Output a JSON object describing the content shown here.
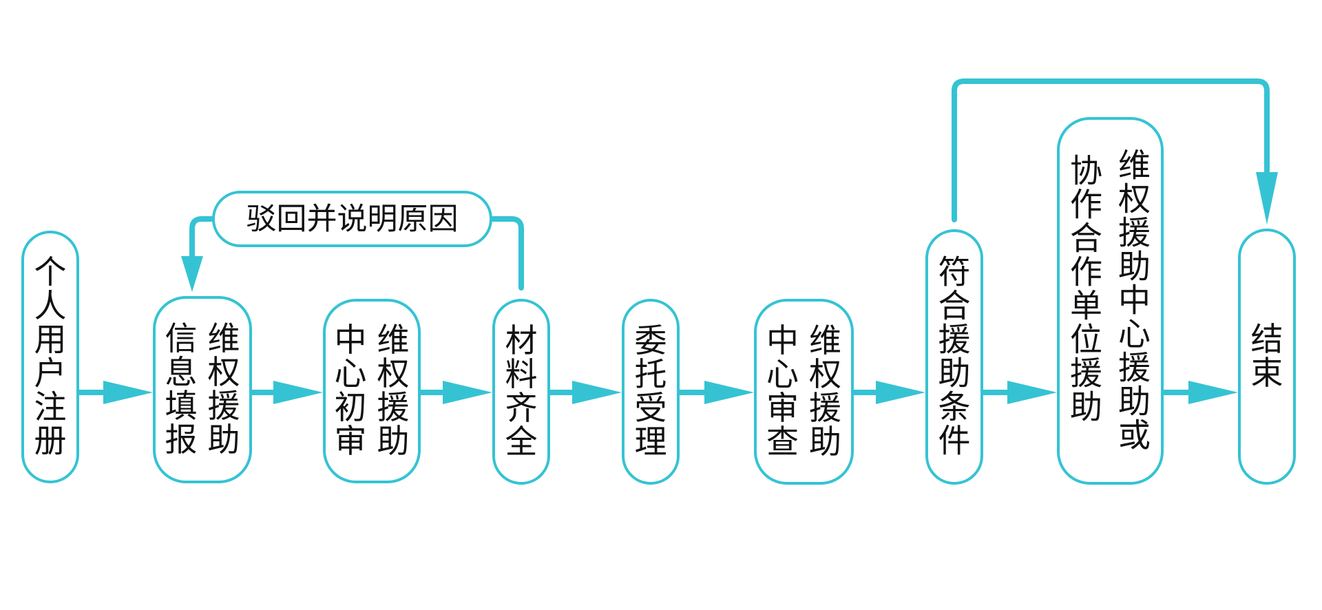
{
  "diagram": {
    "line_color": "#35c3d3",
    "text_color": "#111111",
    "nodes": [
      {
        "id": "register",
        "columns": [
          "个人用户注册"
        ]
      },
      {
        "id": "info-fill",
        "columns": [
          "维权援助",
          "信息填报"
        ]
      },
      {
        "id": "initial-review",
        "columns": [
          "维权援助",
          "中心初审"
        ]
      },
      {
        "id": "materials",
        "columns": [
          "材料齐全"
        ]
      },
      {
        "id": "accept",
        "columns": [
          "委托受理"
        ]
      },
      {
        "id": "center-review",
        "columns": [
          "维权援助",
          "中心审查"
        ]
      },
      {
        "id": "eligible",
        "columns": [
          "符合援助条件"
        ]
      },
      {
        "id": "assist",
        "columns": [
          "维权援助中心援助或",
          "协作合作单位援助"
        ]
      },
      {
        "id": "end",
        "columns": [
          "结束"
        ]
      }
    ],
    "reject_label": "驳回并说明原因"
  }
}
